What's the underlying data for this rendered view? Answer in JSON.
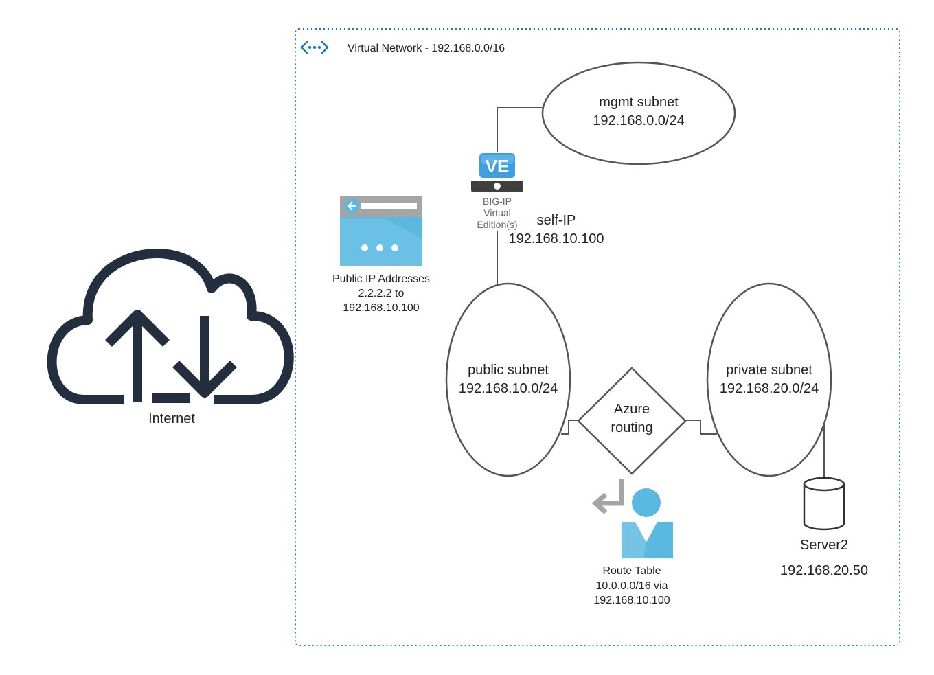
{
  "vnet": {
    "label": "Virtual Network - 192.168.0.0/16",
    "icon": "virtual-network-icon"
  },
  "internet": {
    "label": "Internet",
    "icon": "cloud-upload-download-icon"
  },
  "mgmt_subnet": {
    "name": "mgmt subnet",
    "cidr": "192.168.0.0/24"
  },
  "public_subnet": {
    "name": "public subnet",
    "cidr": "192.168.10.0/24"
  },
  "private_subnet": {
    "name": "private subnet",
    "cidr": "192.168.20.0/24"
  },
  "routing": {
    "line1": "Azure",
    "line2": "routing"
  },
  "bigip": {
    "badge": "VE",
    "line1": "BIG-IP",
    "line2": "Virtual",
    "line3": "Edition(s)",
    "icon": "big-ip-ve-icon"
  },
  "self_ip": {
    "label": "self-IP",
    "value": "192.168.10.100"
  },
  "public_ip": {
    "line1": "Public IP Addresses",
    "line2": "2.2.2.2 to",
    "line3": "192.168.10.100",
    "icon": "public-ip-icon"
  },
  "route_table": {
    "line1": "Route Table",
    "line2": "10.0.0.0/16 via",
    "line3": "192.168.10.100",
    "icon": "route-table-icon"
  },
  "server2": {
    "name": "Server2",
    "ip": "192.168.20.50",
    "icon": "database-cylinder-icon"
  },
  "colors": {
    "vnet_border": "#1f78c8",
    "stroke": "#555555",
    "cloud": "#232f3e",
    "azure_blue": "#5bb8e0",
    "azure_light": "#8fd0ec",
    "ve_blue": "#3c9fe0",
    "text": "#222222"
  }
}
